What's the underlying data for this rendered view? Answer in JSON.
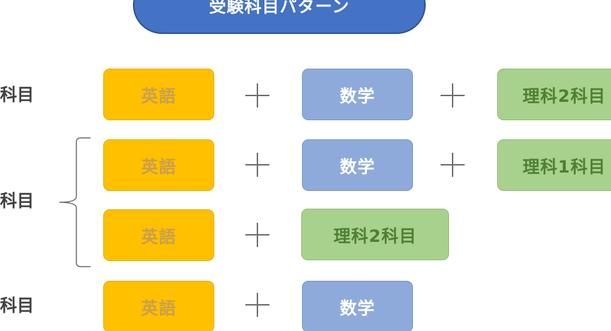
{
  "title": "受験科目パターン",
  "row_labels": [
    "科目",
    "科目",
    "科目"
  ],
  "boxes": {
    "english": "英語",
    "math": "数学",
    "science_two": "理科2科目",
    "science_one": "理科1科目"
  },
  "colors": {
    "title": "#4472c4",
    "english": "#ffc000",
    "math": "#8eaadb",
    "science": "#a9d18e",
    "label_text": "#404040"
  }
}
